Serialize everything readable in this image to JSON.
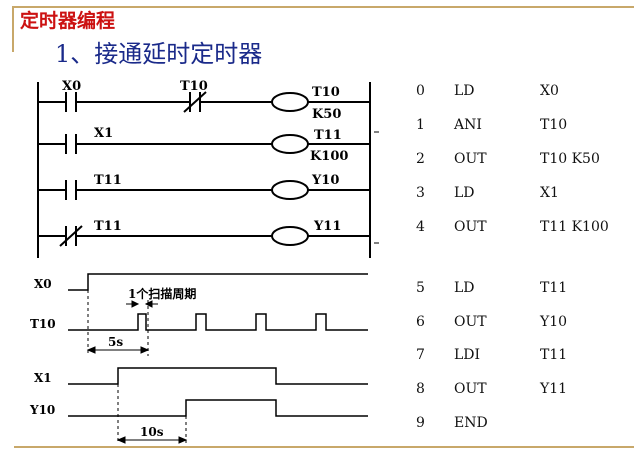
{
  "header": "定时器编程",
  "title": "1、接通延时定时器",
  "ladder": {
    "rung1": {
      "contact1": "X0",
      "contact2": "T10",
      "coil": "T10",
      "const": "K50"
    },
    "rung2": {
      "contact": "X1",
      "coil": "T11",
      "const": "K100"
    },
    "rung3": {
      "contact": "T11",
      "coil": "Y10"
    },
    "rung4": {
      "contact": "T11",
      "coil": "Y11"
    }
  },
  "timing": {
    "signals": [
      "X0",
      "T10",
      "X1",
      "Y10"
    ],
    "scan_note": "1个扫描周期",
    "t1": "5s",
    "t2": "10s"
  },
  "program": [
    {
      "n": "0",
      "op": "LD",
      "arg": "X0"
    },
    {
      "n": "1",
      "op": "ANI",
      "arg": "T10"
    },
    {
      "n": "2",
      "op": "OUT",
      "arg": "T10 K50"
    },
    {
      "n": "3",
      "op": "LD",
      "arg": "X1"
    },
    {
      "n": "4",
      "op": "OUT",
      "arg": "T11 K100"
    },
    {
      "n": "5",
      "op": "LD",
      "arg": "T11"
    },
    {
      "n": "6",
      "op": "OUT",
      "arg": "Y10"
    },
    {
      "n": "7",
      "op": "LDI",
      "arg": "T11"
    },
    {
      "n": "8",
      "op": "OUT",
      "arg": "Y11"
    },
    {
      "n": "9",
      "op": "END",
      "arg": ""
    }
  ]
}
